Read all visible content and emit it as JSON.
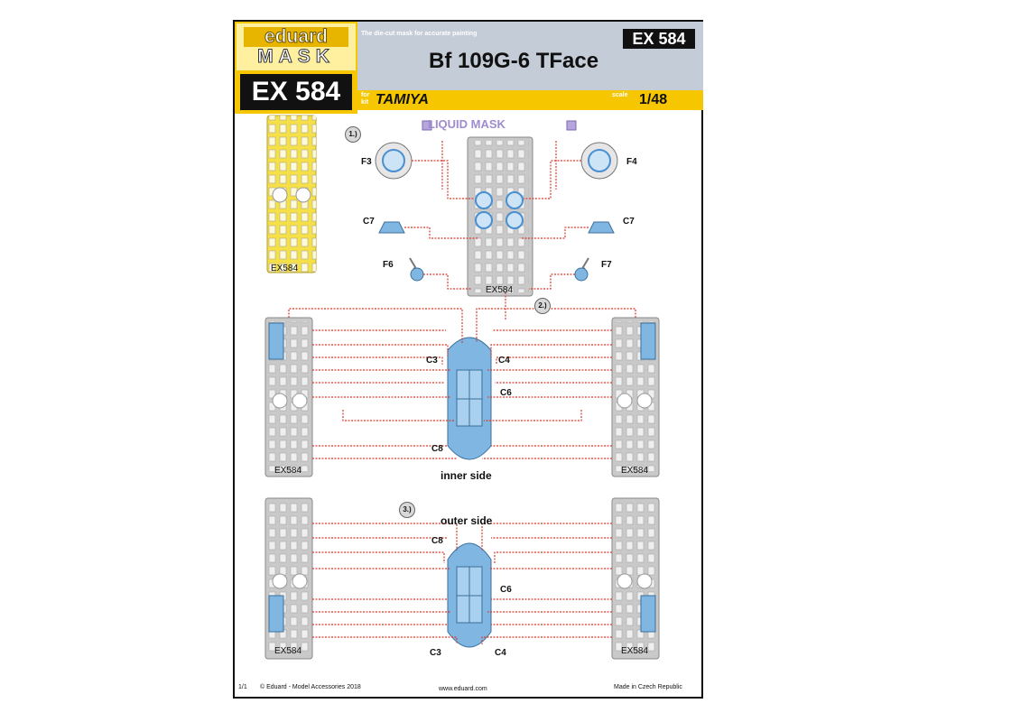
{
  "header": {
    "brand_word": "eduard",
    "brand_mask": "MASK",
    "code": "EX 584",
    "tagline": "The die-cut mask for accurate painting",
    "code_top": "EX 584",
    "title": "Bf 109G-6 TFace",
    "for_kit": "for kit",
    "kit_maker": "TAMIYA",
    "scale_label": "scale",
    "scale": "1/48"
  },
  "colors": {
    "accent": "#f6c700",
    "band": "#c4ccd8",
    "mask_blue": "#7fb6e2",
    "guide_red": "#d83a2e",
    "liquid": "#9e8ccf"
  },
  "step1": {
    "step": "1.)",
    "liquid_mask": "LIQUID MASK",
    "f3": "F3",
    "f4": "F4",
    "c7_left": "C7",
    "c7_right": "C7",
    "f6": "F6",
    "f7": "F7",
    "sheet_code": "EX584"
  },
  "step2": {
    "step": "2.)",
    "c3": "C3",
    "c4": "C4",
    "c6": "C6",
    "c8": "C8",
    "side": "inner side",
    "sheet_code": "EX584"
  },
  "step3": {
    "step": "3.)",
    "side": "outer side",
    "c8": "C8",
    "c6": "C6",
    "c3": "C3",
    "c4": "C4",
    "sheet_code": "EX584"
  },
  "footer": {
    "page": "1/1",
    "copyright": "© Eduard - Model Accessories 2018",
    "url": "www.eduard.com",
    "made_in": "Made in Czech Republic"
  }
}
